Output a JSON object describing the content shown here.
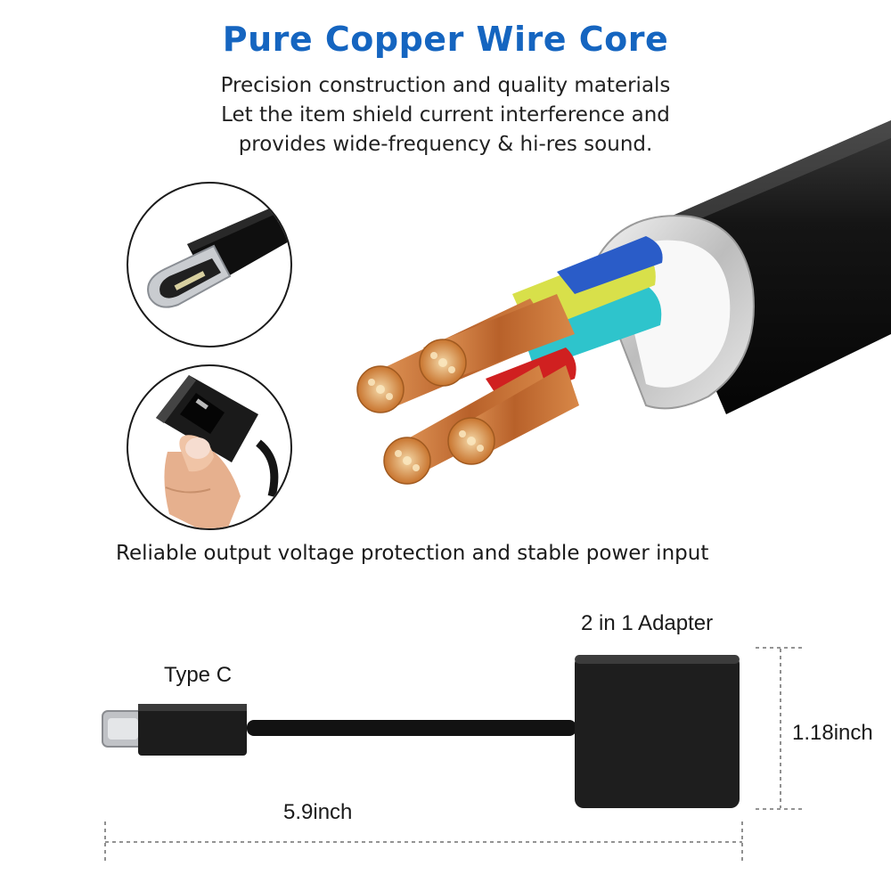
{
  "header": {
    "title": "Pure Copper Wire Core",
    "lines": [
      "Precision construction and quality materials",
      "Let the item shield current interference and",
      "provides wide-frequency & hi-res sound."
    ]
  },
  "middle_caption": "Reliable output voltage protection and stable power input",
  "diagram": {
    "type_c_label": "Type C",
    "adapter_label": "2 in 1 Adapter",
    "height_label": "1.18inch",
    "length_label": "5.9inch"
  },
  "colors": {
    "title": "#1565c0",
    "cable_black": "#111111",
    "copper": "#c8742e",
    "wire_yellow": "#d8e04a",
    "wire_blue": "#2a5cc8",
    "wire_cyan": "#2ec4cc",
    "wire_red": "#d02020"
  }
}
